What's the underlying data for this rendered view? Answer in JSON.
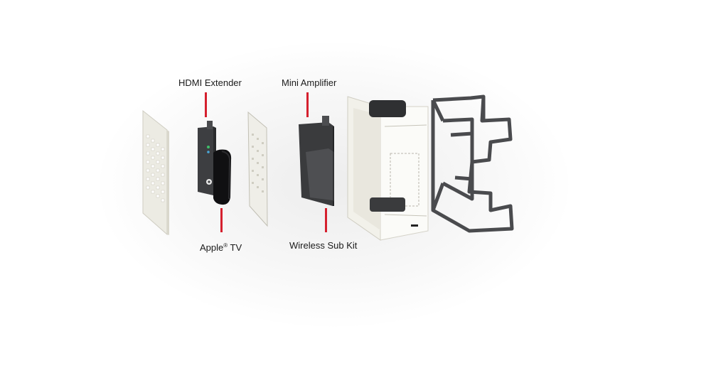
{
  "labels": {
    "hdmi_extender": "HDMI Extender",
    "mini_amplifier": "Mini Amplifier",
    "apple_tv_name": "Apple",
    "apple_tv_mark": "®",
    "apple_tv_suffix": " TV",
    "wireless_sub_kit": "Wireless Sub Kit"
  },
  "colors": {
    "leader": "#d5202e",
    "plate": "#ecebe3",
    "dark_device": "#3a3b3d",
    "bracket": "#4a4b4e"
  }
}
